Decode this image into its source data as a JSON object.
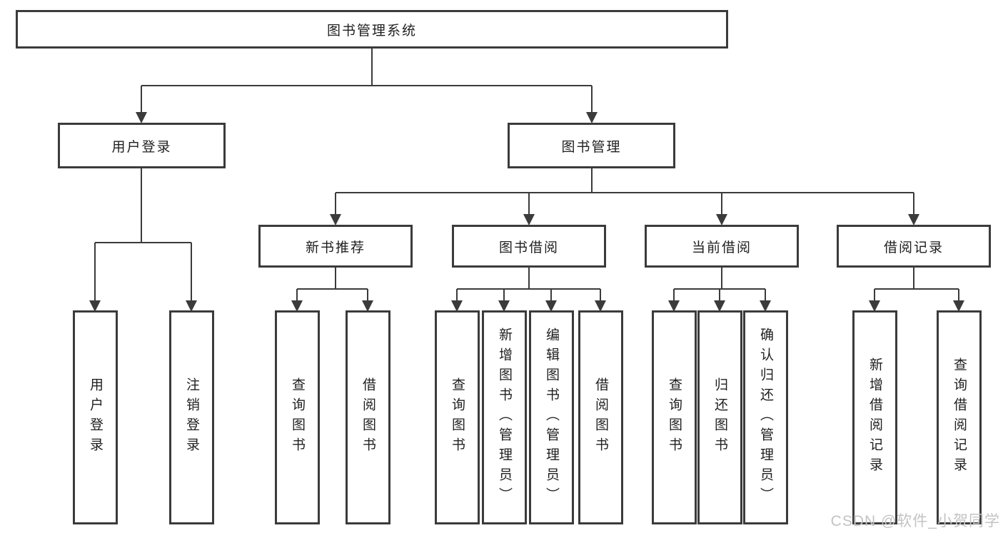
{
  "diagram": {
    "type": "tree",
    "title": "图书管理系统",
    "nodes": {
      "root": {
        "label": "图书管理系统"
      },
      "user_login": {
        "label": "用户登录"
      },
      "book_mgmt": {
        "label": "图书管理"
      },
      "new_book_rec": {
        "label": "新书推荐"
      },
      "book_borrow": {
        "label": "图书借阅"
      },
      "current_borrow": {
        "label": "当前借阅"
      },
      "borrow_record": {
        "label": "借阅记录"
      },
      "leaf_user_login": {
        "label": "用户登录"
      },
      "leaf_logout": {
        "label": "注销登录"
      },
      "leaf_newrec_query": {
        "label": "查询图书"
      },
      "leaf_newrec_borrow": {
        "label": "借阅图书"
      },
      "leaf_borrow_query": {
        "label": "查询图书"
      },
      "leaf_borrow_add": {
        "label": "新增图书（管理员）"
      },
      "leaf_borrow_edit": {
        "label": "编辑图书（管理员）"
      },
      "leaf_borrow_borrow": {
        "label": "借阅图书"
      },
      "leaf_current_query": {
        "label": "查询图书"
      },
      "leaf_current_return": {
        "label": "归还图书"
      },
      "leaf_current_confirm": {
        "label": "确认归还（管理员）"
      },
      "leaf_record_add": {
        "label": "新增借阅记录"
      },
      "leaf_record_query": {
        "label": "查询借阅记录"
      }
    },
    "hierarchy": {
      "图书管理系统": {
        "用户登录": [
          "用户登录",
          "注销登录"
        ],
        "图书管理": {
          "新书推荐": [
            "查询图书",
            "借阅图书"
          ],
          "图书借阅": [
            "查询图书",
            "新增图书（管理员）",
            "编辑图书（管理员）",
            "借阅图书"
          ],
          "当前借阅": [
            "查询图书",
            "归还图书",
            "确认归还（管理员）"
          ],
          "借阅记录": [
            "新增借阅记录",
            "查询借阅记录"
          ]
        }
      }
    }
  },
  "watermark": {
    "text": "CSDN @软件_小贺同学"
  },
  "colors": {
    "background": "#ffffff",
    "box_border": "#3b3b3b",
    "line": "#3b3b3b",
    "text": "#1f1f1f",
    "watermark": "#c3c3c3"
  }
}
